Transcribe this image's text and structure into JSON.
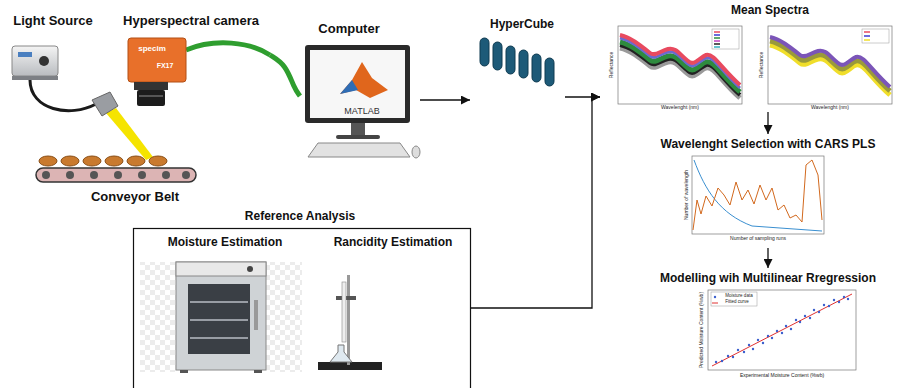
{
  "diagram": {
    "nodes": [
      {
        "text": [
          "Light Source"
        ]
      },
      {
        "text": [
          "Hyperspectral camera"
        ]
      },
      {
        "text": [
          "Computer",
          "MATLAB"
        ]
      },
      {
        "text": [
          "HyperCube"
        ]
      },
      {
        "text": [
          "Mean Spectra"
        ]
      },
      {
        "text": [
          "Wavelenght Selection with CARS PLS"
        ]
      },
      {
        "text": [
          "Conveyor Belt"
        ]
      },
      {
        "text": [
          "Reference Analysis"
        ]
      },
      {
        "text": [
          "Moisture Estimation"
        ],
        "in": 7
      },
      {
        "text": [
          "Rancidity Estimation"
        ],
        "in": 7
      },
      {
        "text": [
          "Modelling wih Multilinear Rregression"
        ]
      }
    ],
    "edges": [
      {
        "from": 1,
        "to": 2,
        "arrow": "none"
      },
      {
        "from": 2,
        "to": 3,
        "arrow": "to"
      },
      {
        "from": 3,
        "to": 4,
        "arrow": "to"
      },
      {
        "from": 7,
        "to": 4,
        "arrow": "to"
      },
      {
        "from": 4,
        "to": 5,
        "arrow": "to"
      },
      {
        "from": 5,
        "to": 10,
        "arrow": "to"
      }
    ],
    "labels": [
      "specim",
      "FX17",
      "Reflectance",
      "Wavelenght (nm)",
      "Reflectance",
      "Wavelenght (nm)",
      "Number of wavelength",
      "Number of sampling runs",
      "Moisture data",
      "Fitted curve",
      "Predicted Moisture Content (%wb)",
      "Experimental Moisture Content (%wb)"
    ]
  }
}
